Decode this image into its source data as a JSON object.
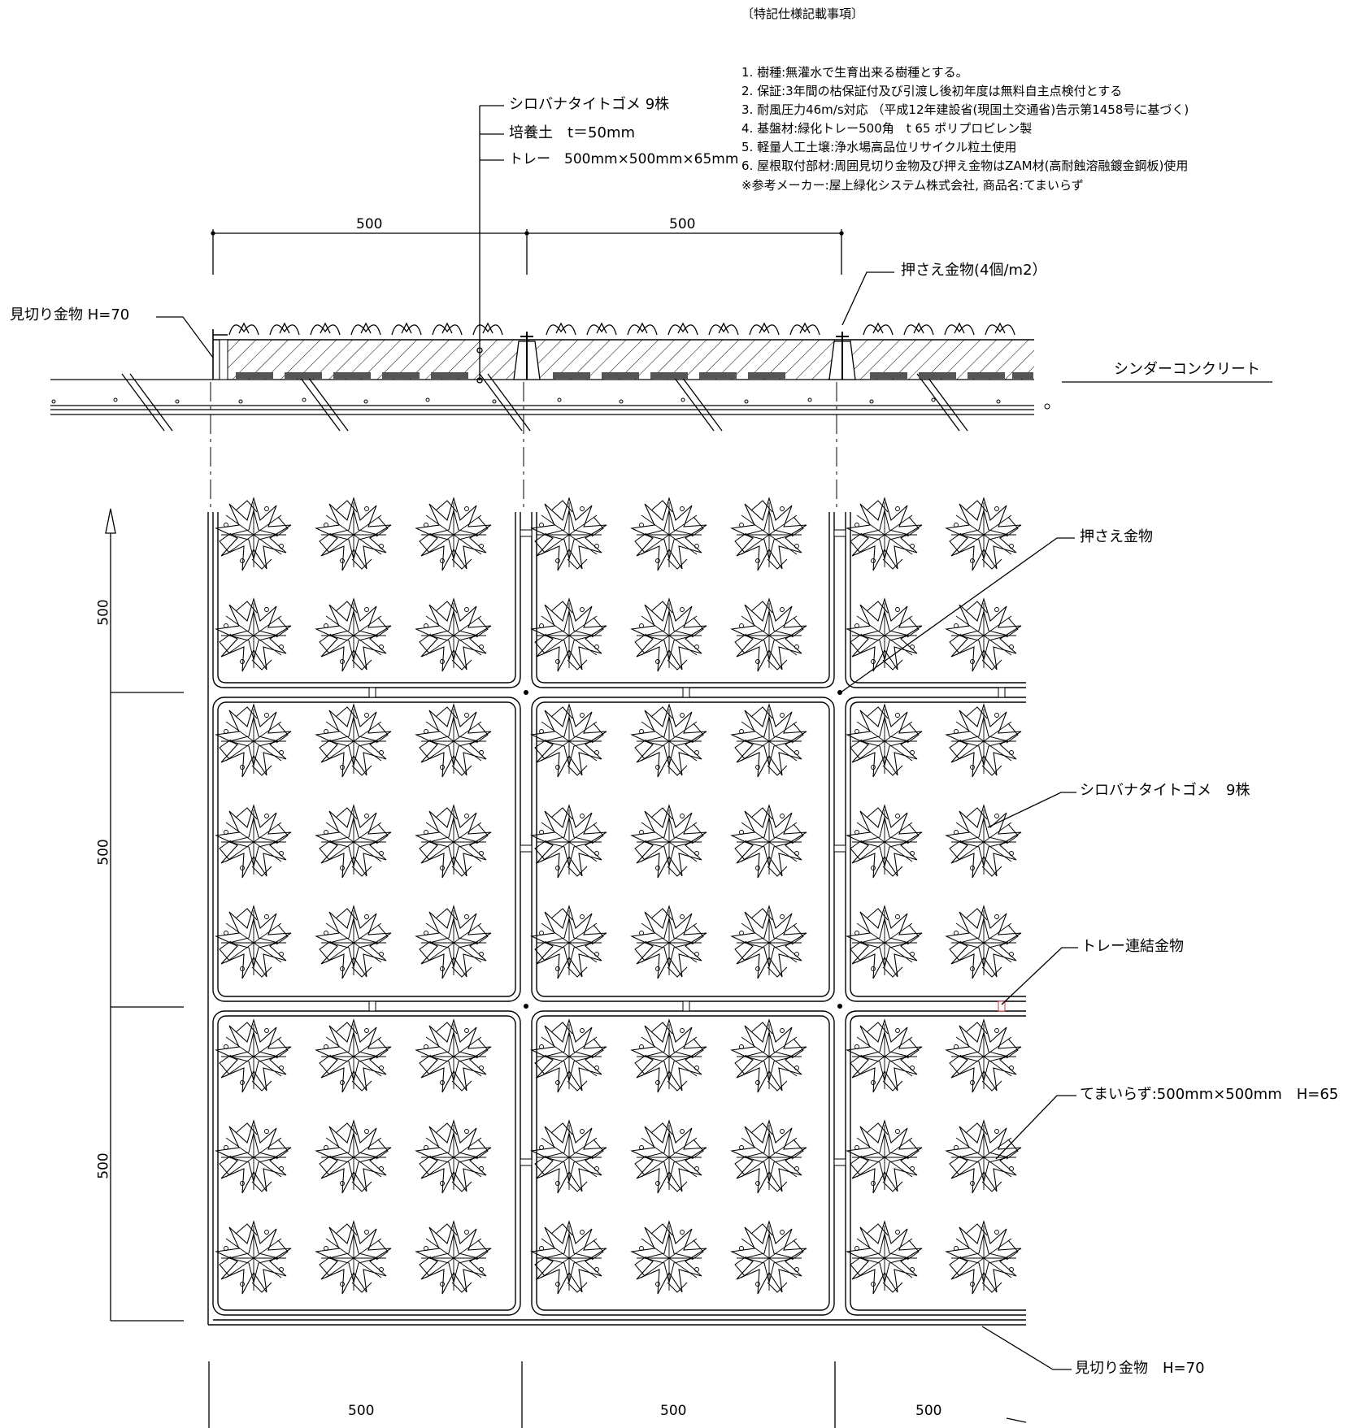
{
  "specs": {
    "heading": "〔特記仕様記載事項〕",
    "items": [
      "1. 樹種:無灌水で生育出来る樹種とする。",
      "2. 保証:3年間の枯保証付及び引渡し後初年度は無料自主点検付とする",
      "3. 耐風圧力46m/s対応 （平成12年建設省(現国土交通省)告示第1458号に基づく)",
      "4. 基盤材:緑化トレー500角　t 65 ポリプロピレン製",
      "5. 軽量人工土壌:浄水場高品位リサイクル粒土使用",
      "6. 屋根取付部材:周囲見切り金物及び押え金物はZAM材(高耐蝕溶融鍍金鋼板)使用"
    ],
    "note": "※参考メーカー:屋上緑化システム株式会社, 商品名:てまいらず"
  },
  "section": {
    "plant_label": "シロバナタイトゴメ 9株",
    "soil_label": "培養土　t＝50mm",
    "tray_label": "トレー　500mm×500mm×65mm",
    "dim_left": "500",
    "dim_right": "500",
    "holddown_label": "押さえ金物(4個/m2）",
    "edge_label": "見切り金物 H=70",
    "base_label": "シンダーコンクリート"
  },
  "plan": {
    "dim_v": [
      "500",
      "500",
      "500"
    ],
    "dim_h": [
      "500",
      "500",
      "500"
    ],
    "holddown_label": "押さえ金物",
    "plant_label": "シロバナタイトゴメ　9株",
    "connector_label": "トレー連結金物",
    "product_label": "てまいらず:500mm×500mm　H=65",
    "edge_label": "見切り金物　H=70"
  }
}
